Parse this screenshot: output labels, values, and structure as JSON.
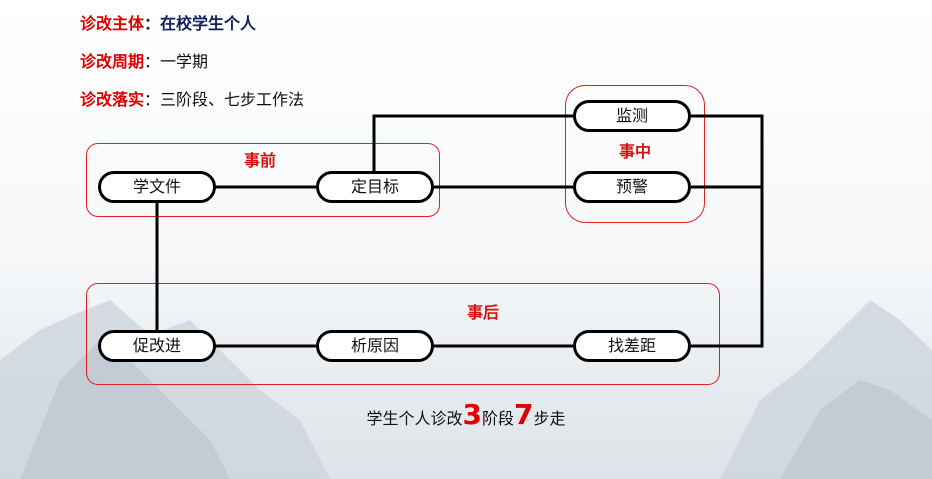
{
  "header": {
    "line1": {
      "label": "诊改主体",
      "sep": "：",
      "value": "在校学生个人"
    },
    "line2": {
      "label": "诊改周期",
      "sep": "：",
      "value": "一学期"
    },
    "line3": {
      "label": "诊改落实",
      "sep": "：",
      "value": "三阶段、七步工作法"
    }
  },
  "groups": {
    "before": {
      "label": "事前"
    },
    "during": {
      "label": "事中"
    },
    "after": {
      "label": "事后"
    }
  },
  "steps": {
    "study": "学文件",
    "goal": "定目标",
    "monitor": "监测",
    "warn": "预警",
    "gap": "找差距",
    "cause": "析原因",
    "improve": "促改进"
  },
  "caption": {
    "pre": "学生个人诊改",
    "num1": "3",
    "mid": "阶段",
    "num2": "7",
    "post": "步走"
  },
  "colors": {
    "accent": "#e00000",
    "navy": "#0d1f5c",
    "topbar": "#1d4b63",
    "line": "#000000"
  }
}
